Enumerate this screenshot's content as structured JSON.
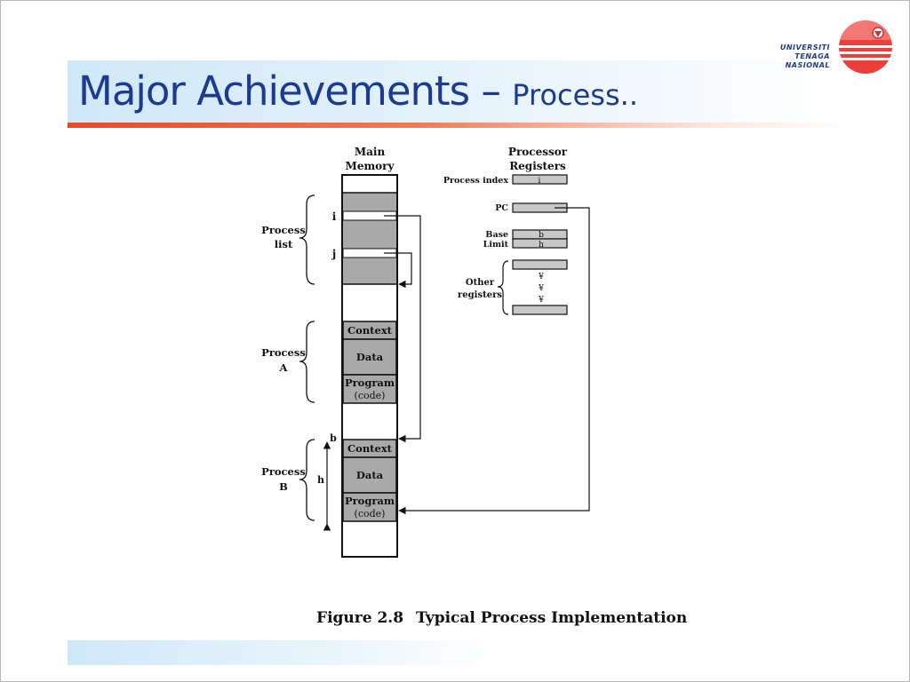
{
  "slide": {
    "title_main": "Major Achievements – ",
    "title_sub": "Process..",
    "accent_color": "#e74a2a",
    "title_color": "#1e3a8f"
  },
  "logo": {
    "line1": "UNIVERSITI",
    "line2": "TENAGA",
    "line3": "NASIONAL",
    "icon": "university-crest-icon"
  },
  "diagram": {
    "main_memory_label_1": "Main",
    "main_memory_label_2": "Memory",
    "processor_label_1": "Processor",
    "processor_label_2": "Registers",
    "process_list_label_1": "Process",
    "process_list_label_2": "list",
    "process_a_label_1": "Process",
    "process_a_label_2": "A",
    "process_b_label_1": "Process",
    "process_b_label_2": "B",
    "index_i": "i",
    "index_j": "j",
    "a_context": "Context",
    "a_data": "Data",
    "a_program_1": "Program",
    "a_program_2": "(code)",
    "b_context": "Context",
    "b_data": "Data",
    "b_program_1": "Program",
    "b_program_2": "(code)",
    "marker_b": "b",
    "marker_h": "h",
    "reg_process_index_label": "Process index",
    "reg_process_index_value": "i",
    "reg_pc_label": "PC",
    "reg_base_label": "Base",
    "reg_base_value": "b",
    "reg_limit_label": "Limit",
    "reg_limit_value": "h",
    "other_registers_label_1": "Other",
    "other_registers_label_2": "registers",
    "ellipsis_dot": "¥"
  },
  "caption": {
    "figure_number": "Figure 2.8",
    "figure_title": "Typical Process Implementation"
  }
}
